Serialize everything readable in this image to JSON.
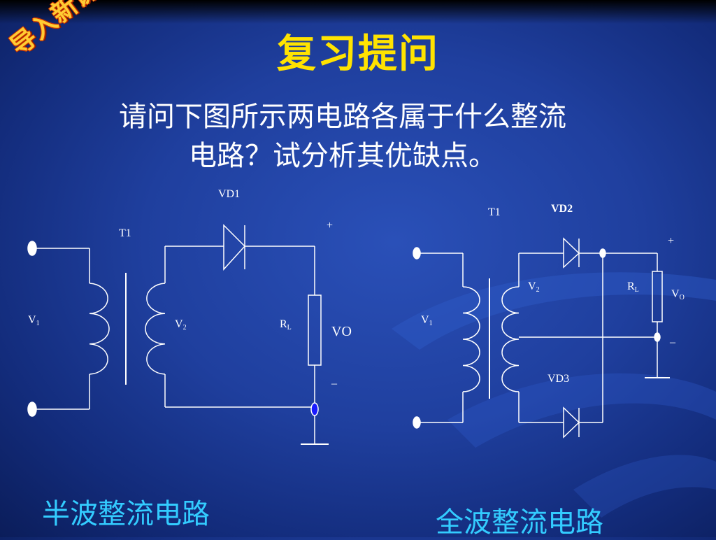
{
  "slide": {
    "stamp_text": "导入新课",
    "title": "复习提问",
    "question_line1": "请问下图所示两电路各属于什么整流",
    "question_line2": "电路？试分析其优缺点。",
    "caption_left": "半波整流电路",
    "caption_right": "全波整流电路"
  },
  "circuit_half": {
    "t1": "T1",
    "vd1": "VD1",
    "v1_base": "V",
    "v1_sub": "1",
    "v2_base": "V",
    "v2_sub": "2",
    "rl_base": "R",
    "rl_sub": "L",
    "vo": "VO",
    "plus": "+",
    "minus": "–"
  },
  "circuit_full": {
    "t1": "T1",
    "vd2": "VD2",
    "vd3": "VD3",
    "v1_base": "V",
    "v1_sub": "1",
    "v2_base": "V",
    "v2_sub": "2",
    "rl_base": "R",
    "rl_sub": "L",
    "vo_base": "V",
    "vo_sub": "O",
    "plus": "+",
    "minus": "–"
  },
  "colors": {
    "title": "#ffe300",
    "question": "#ffffff",
    "caption": "#33ccff",
    "stamp": "#ffcc33",
    "wire": "#ffffff"
  }
}
